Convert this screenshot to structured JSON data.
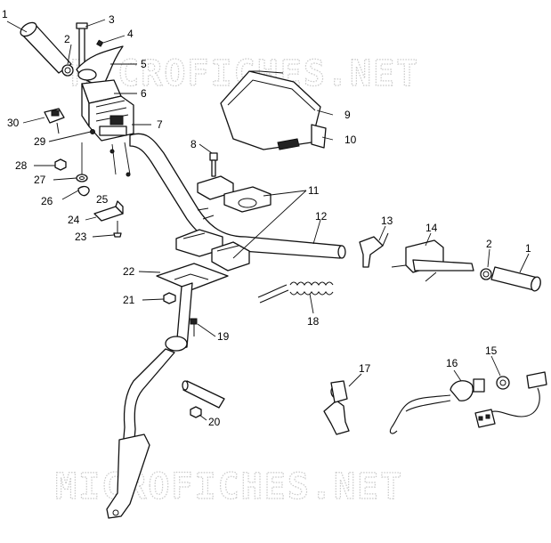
{
  "watermark": {
    "top": "MICROFICHES.NET",
    "bottom": "MICROFICHES.NET"
  },
  "callouts": [
    {
      "id": "c1a",
      "label": "1"
    },
    {
      "id": "c2a",
      "label": "2"
    },
    {
      "id": "c3",
      "label": "3"
    },
    {
      "id": "c4",
      "label": "4"
    },
    {
      "id": "c5",
      "label": "5"
    },
    {
      "id": "c6",
      "label": "6"
    },
    {
      "id": "c7",
      "label": "7"
    },
    {
      "id": "c8",
      "label": "8"
    },
    {
      "id": "c9",
      "label": "9"
    },
    {
      "id": "c10",
      "label": "10"
    },
    {
      "id": "c11",
      "label": "11"
    },
    {
      "id": "c12",
      "label": "12"
    },
    {
      "id": "c13",
      "label": "13"
    },
    {
      "id": "c14",
      "label": "14"
    },
    {
      "id": "c2b",
      "label": "2"
    },
    {
      "id": "c1b",
      "label": "1"
    },
    {
      "id": "c15",
      "label": "15"
    },
    {
      "id": "c16",
      "label": "16"
    },
    {
      "id": "c17",
      "label": "17"
    },
    {
      "id": "c18",
      "label": "18"
    },
    {
      "id": "c19",
      "label": "19"
    },
    {
      "id": "c20",
      "label": "20"
    },
    {
      "id": "c21",
      "label": "21"
    },
    {
      "id": "c22",
      "label": "22"
    },
    {
      "id": "c23",
      "label": "23"
    },
    {
      "id": "c24",
      "label": "24"
    },
    {
      "id": "c25",
      "label": "25"
    },
    {
      "id": "c26",
      "label": "26"
    },
    {
      "id": "c27",
      "label": "27"
    },
    {
      "id": "c28",
      "label": "28"
    },
    {
      "id": "c29",
      "label": "29"
    },
    {
      "id": "c30",
      "label": "30"
    }
  ]
}
